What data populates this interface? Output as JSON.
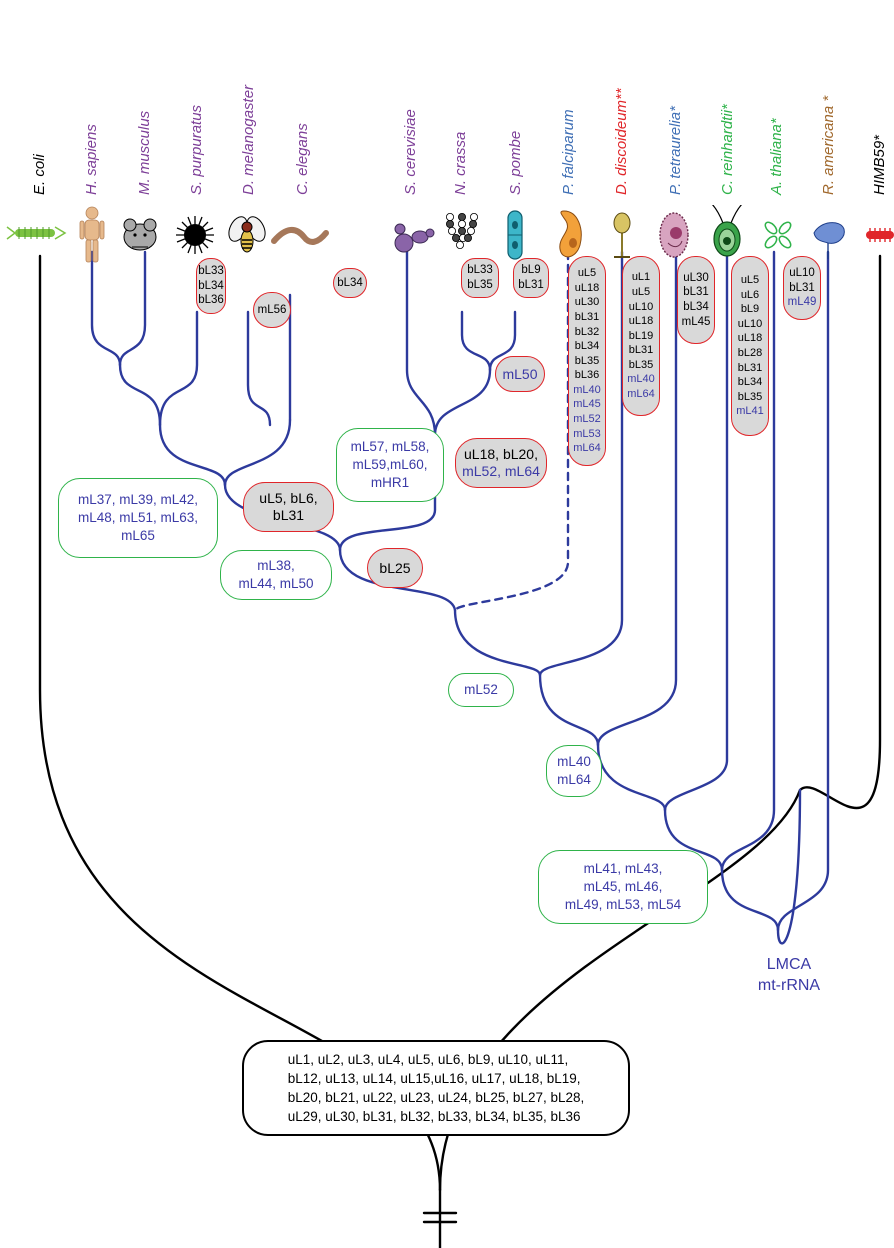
{
  "colors": {
    "tree_black": "#000000",
    "tree_blue": "#2d3a9c",
    "text_blue": "#3b3aa6",
    "box_red": "#e0262a",
    "box_green": "#2fb34a",
    "box_gray": "#d9d9d9",
    "sp_black": "#000000",
    "sp_purple": "#7d3f98",
    "sp_blue": "#3f6fb5",
    "sp_red": "#e0262a",
    "sp_green": "#2fb34a",
    "sp_brown": "#a0682c"
  },
  "species": [
    {
      "name": "E. coli",
      "marker": "",
      "color": "#000000",
      "icon": "bacterium-icon"
    },
    {
      "name": "H. sapiens",
      "marker": "",
      "color": "#7d3f98",
      "icon": "human-icon"
    },
    {
      "name": "M. musculus",
      "marker": "",
      "color": "#7d3f98",
      "icon": "mouse-icon"
    },
    {
      "name": "S. purpuratus",
      "marker": "",
      "color": "#7d3f98",
      "icon": "sea-urchin-icon"
    },
    {
      "name": "D. melanogaster",
      "marker": "",
      "color": "#7d3f98",
      "icon": "fly-icon"
    },
    {
      "name": "C. elegans",
      "marker": "",
      "color": "#7d3f98",
      "icon": "worm-icon"
    },
    {
      "name": "S. cerevisiae",
      "marker": "",
      "color": "#7d3f98",
      "icon": "yeast-icon"
    },
    {
      "name": "N. crassa",
      "marker": "",
      "color": "#7d3f98",
      "icon": "mold-icon"
    },
    {
      "name": "S. pombe",
      "marker": "",
      "color": "#7d3f98",
      "icon": "fission-yeast-icon"
    },
    {
      "name": "P. falciparum",
      "marker": "",
      "color": "#3f6fb5",
      "icon": "parasite-icon"
    },
    {
      "name": "D. discoideum",
      "marker": "**",
      "color": "#e0262a",
      "icon": "slime-mold-icon"
    },
    {
      "name": "P. tetraurelia",
      "marker": "*",
      "color": "#3f6fb5",
      "icon": "ciliate-icon"
    },
    {
      "name": "C. reinhardtii",
      "marker": "*",
      "color": "#2fb34a",
      "icon": "alga-icon"
    },
    {
      "name": "A. thaliana",
      "marker": "*",
      "color": "#2fb34a",
      "icon": "plant-icon"
    },
    {
      "name": "R. americana",
      "marker": " *",
      "color": "#a0682c",
      "icon": "protist-icon"
    },
    {
      "name": "HIMB59",
      "marker": "*",
      "color": "#000000",
      "icon": "alphaproteobacterium-icon"
    }
  ],
  "losses": {
    "surchin": [
      "bL33",
      "bL34",
      "bL36"
    ],
    "dmel": [
      "mL56"
    ],
    "celegans": [
      "bL34"
    ],
    "ncrassa": [
      "bL33",
      "bL35"
    ],
    "spombe": [
      "bL9",
      "bL31"
    ],
    "fission_stem": [
      "mL50"
    ],
    "pfal_b": [
      "uL5",
      "uL18",
      "uL30",
      "bL31",
      "bL32",
      "bL34",
      "bL35",
      "bL36"
    ],
    "pfal_m": [
      "mL40",
      "mL45",
      "mL52",
      "mL53",
      "mL64"
    ],
    "ddis_b": [
      "uL1",
      "uL5",
      "uL10",
      "uL18",
      "bL19",
      "bL31",
      "bL35"
    ],
    "ddis_m": [
      "mL40",
      "mL64"
    ],
    "ptet": [
      "uL30",
      "bL31",
      "bL34",
      "mL45"
    ],
    "crei_b": [
      "uL5",
      "uL6",
      "bL9",
      "uL10",
      "uL18",
      "bL28",
      "bL31",
      "bL34",
      "bL35"
    ],
    "crei_m": [
      "mL41"
    ],
    "rame_b": [
      "uL10",
      "bL31"
    ],
    "rame_m": [
      "mL49"
    ],
    "fungi_b": "uL18, bL20,",
    "fungi_m": "mL52, mL64",
    "metazoa": [
      "uL5, bL6,",
      "bL31"
    ],
    "opisthokonta": [
      "bL25"
    ]
  },
  "gains": {
    "animals": [
      "mL37, mL39, mL42,",
      "mL48, mL51, mL63,",
      "mL65"
    ],
    "fungi": [
      "mL57, mL58,",
      "mL59,mL60,",
      "mHR1"
    ],
    "opisthokonta": [
      "mL38,",
      "mL44, mL50"
    ],
    "apicomplexa_stem": [
      "mL52"
    ],
    "amorphea_stem": [
      "mL40",
      "mL64"
    ],
    "eukaryotes": [
      "mL41, mL43,",
      "mL45, mL46,",
      "mL49, mL53, mL54"
    ]
  },
  "lmca": [
    "LMCA",
    "mt-rRNA"
  ],
  "root_set": [
    "uL1, uL2, uL3, uL4, uL5, uL6, bL9, uL10, uL11,",
    "bL12, uL13, uL14, uL15,uL16, uL17, uL18, bL19,",
    "bL20, bL21, uL22, uL23, uL24, bL25, bL27, bL28,",
    "uL29, uL30, bL31, bL32, bL33, bL34, bL35, bL36"
  ]
}
